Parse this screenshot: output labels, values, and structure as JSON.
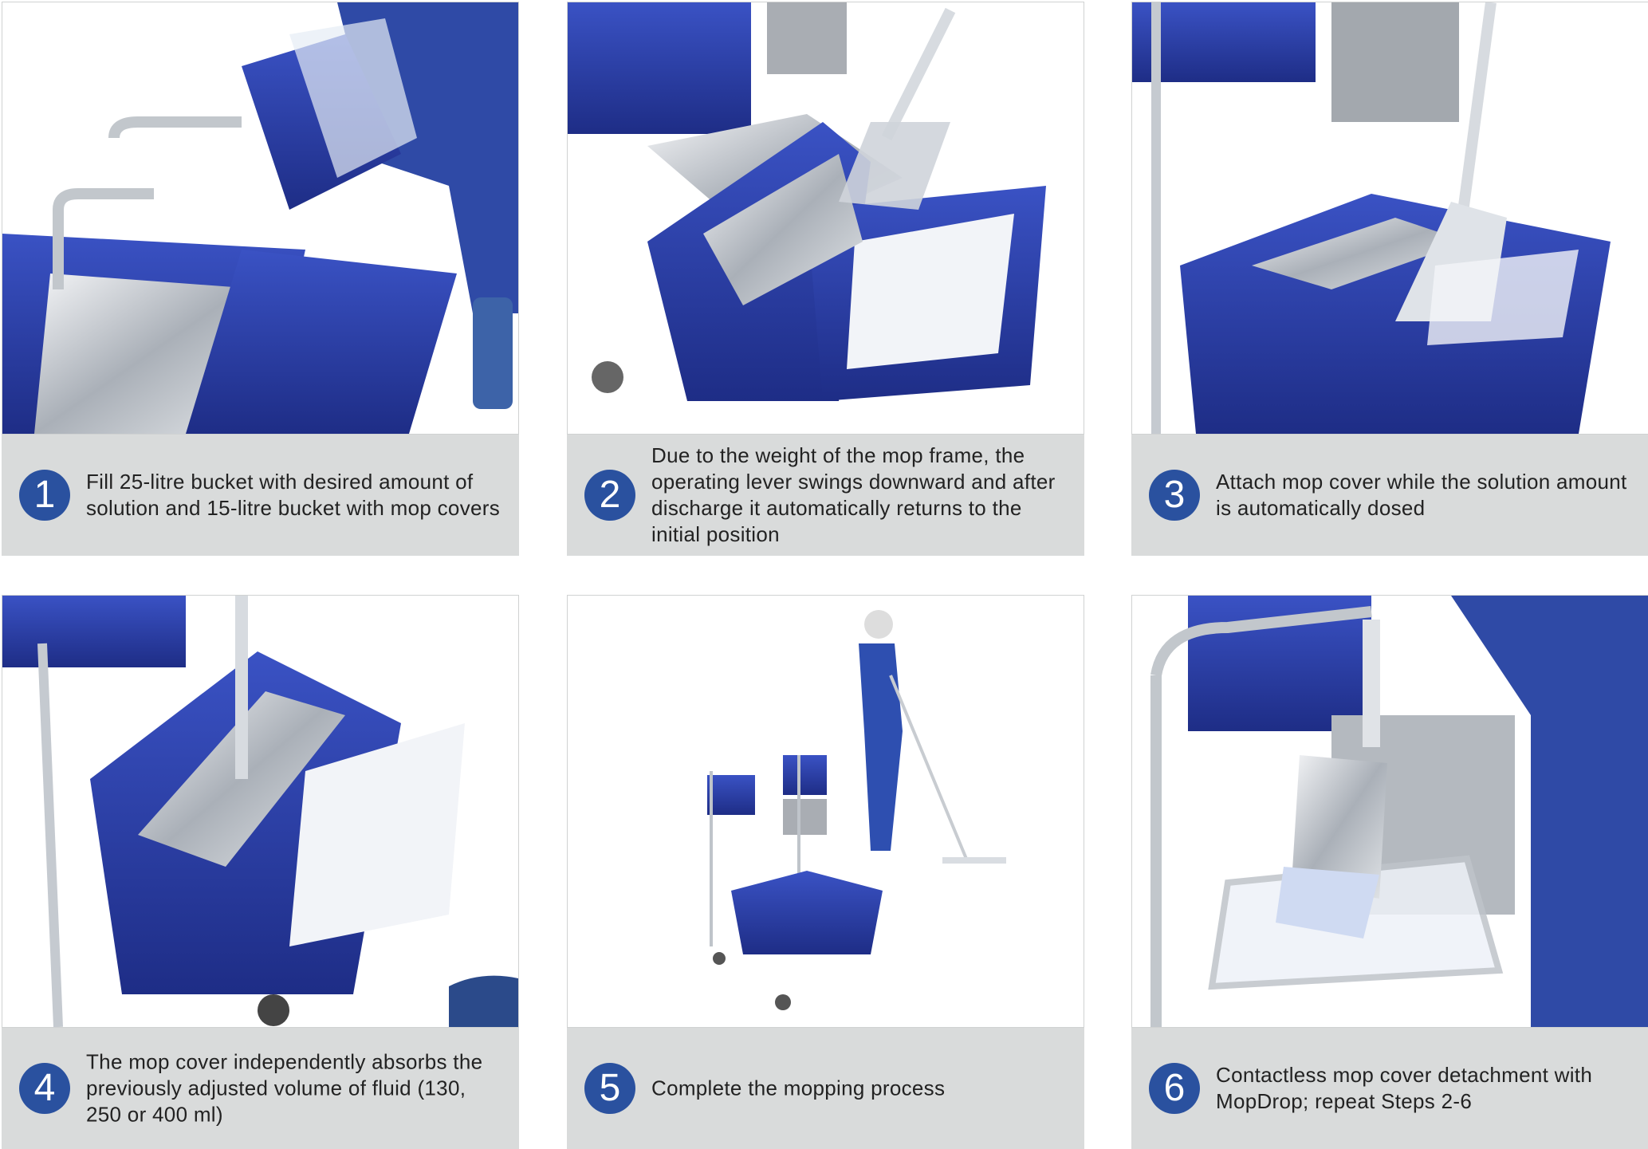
{
  "colors": {
    "accent": "#2a519f",
    "caption_bg": "#d9dbdb",
    "bucket": "#2b3fa8"
  },
  "steps": [
    {
      "number": "1",
      "text": "Fill 25-litre bucket with desired amount of solution and 15-litre bucket with mop covers"
    },
    {
      "number": "2",
      "text": "Due to the weight of the mop frame, the operating lever swings downward and after discharge it automatically returns to the initial position"
    },
    {
      "number": "3",
      "text": "Attach mop cover while the solution amount is automatically dosed"
    },
    {
      "number": "4",
      "text": "The mop cover independently absorbs the previously adjusted volume of fluid (130, 250 or 400 ml)"
    },
    {
      "number": "5",
      "text": "Complete the mopping process"
    },
    {
      "number": "6",
      "text": "Contactless mop cover detachment with MopDrop; repeat Steps 2-6"
    }
  ]
}
